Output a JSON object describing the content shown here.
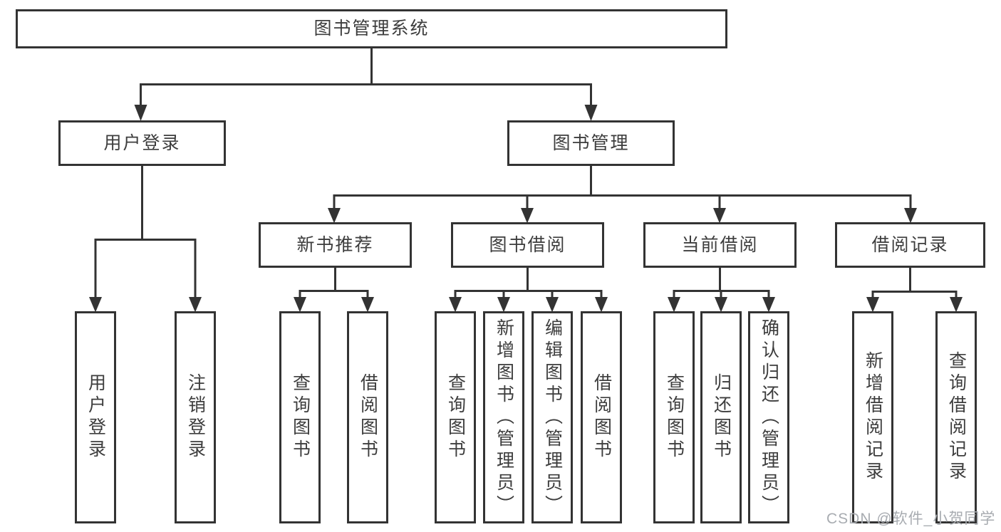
{
  "diagram": {
    "type": "hierarchy-tree",
    "nodes": {
      "root": {
        "label": "图书管理系统"
      },
      "user_login": {
        "label": "用户登录"
      },
      "book_mgmt": {
        "label": "图书管理"
      },
      "new_book_rec": {
        "label": "新书推荐"
      },
      "book_borrow": {
        "label": "图书借阅"
      },
      "current_borrow": {
        "label": "当前借阅"
      },
      "borrow_record": {
        "label": "借阅记录"
      },
      "leaf_login": {
        "label": "用户登录"
      },
      "leaf_logout": {
        "label": "注销登录"
      },
      "leaf_nbr_query": {
        "label": "查询图书"
      },
      "leaf_nbr_borrow": {
        "label": "借阅图书"
      },
      "leaf_bb_query": {
        "label": "查询图书"
      },
      "leaf_bb_add": {
        "label": "新增图书（管理员）"
      },
      "leaf_bb_edit": {
        "label": "编辑图书（管理员）"
      },
      "leaf_bb_borrow": {
        "label": "借阅图书"
      },
      "leaf_cb_query": {
        "label": "查询图书"
      },
      "leaf_cb_return": {
        "label": "归还图书"
      },
      "leaf_cb_confirm": {
        "label": "确认归还（管理员）"
      },
      "leaf_br_add": {
        "label": "新增借阅记录"
      },
      "leaf_br_query": {
        "label": "查询借阅记录"
      }
    },
    "edges": [
      [
        "root",
        "user_login"
      ],
      [
        "root",
        "book_mgmt"
      ],
      [
        "user_login",
        "leaf_login"
      ],
      [
        "user_login",
        "leaf_logout"
      ],
      [
        "book_mgmt",
        "new_book_rec"
      ],
      [
        "book_mgmt",
        "book_borrow"
      ],
      [
        "book_mgmt",
        "current_borrow"
      ],
      [
        "book_mgmt",
        "borrow_record"
      ],
      [
        "new_book_rec",
        "leaf_nbr_query"
      ],
      [
        "new_book_rec",
        "leaf_nbr_borrow"
      ],
      [
        "book_borrow",
        "leaf_bb_query"
      ],
      [
        "book_borrow",
        "leaf_bb_add"
      ],
      [
        "book_borrow",
        "leaf_bb_edit"
      ],
      [
        "book_borrow",
        "leaf_bb_borrow"
      ],
      [
        "current_borrow",
        "leaf_cb_query"
      ],
      [
        "current_borrow",
        "leaf_cb_return"
      ],
      [
        "current_borrow",
        "leaf_cb_confirm"
      ],
      [
        "borrow_record",
        "leaf_br_add"
      ],
      [
        "borrow_record",
        "leaf_br_query"
      ]
    ]
  },
  "watermark": {
    "text": "CSDN @软件_小贺同学"
  },
  "colors": {
    "line": "#333333",
    "text": "#3d3d3d",
    "watermark": "#a8acb1",
    "background": "#ffffff"
  }
}
